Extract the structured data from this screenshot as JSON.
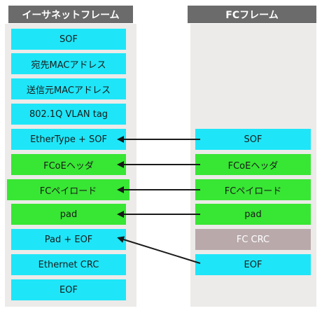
{
  "ethernet_frame": {
    "header": "イーサネットフレーム",
    "fields": [
      "SOF",
      "宛先MACアドレス",
      "送信元MACアドレス",
      "802.1Q VLAN tag",
      "EtherType + SOF",
      "FCoEヘッダ",
      "FCペイロード",
      "pad",
      "Pad + EOF",
      "Ethernet CRC",
      "EOF"
    ]
  },
  "fc_frame": {
    "header": "FCフレーム",
    "fields": [
      "SOF",
      "FCoEヘッダ",
      "FCペイロード",
      "pad",
      "FC CRC",
      "EOF"
    ]
  },
  "colors": {
    "header_bg": "#6b6b6b",
    "panel_bg": "#ecebe9",
    "field_cyan": "#1ee6f8",
    "field_green": "#38e634",
    "field_mauve": "#b9a9ab",
    "arrow": "#1a1a1a"
  }
}
